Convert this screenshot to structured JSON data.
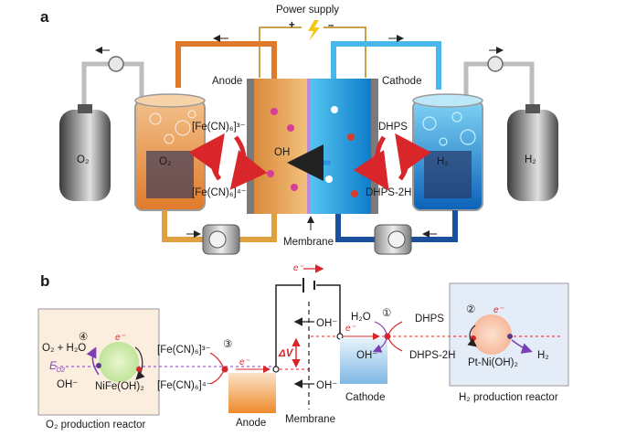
{
  "panel_a": {
    "letter": "a",
    "power_supply": "Power supply",
    "plus": "+",
    "minus": "–",
    "anode": "Anode",
    "cathode": "Cathode",
    "membrane": "Membrane",
    "oh": "OH",
    "fe3": "[Fe(CN)₆]³⁻",
    "fe4": "[Fe(CN)₆]⁴⁻",
    "dhps": "DHPS",
    "dhps2h": "DHPS-2H",
    "o2_tank": "O₂",
    "o2_reactor": "O₂",
    "h2_reactor": "H₂",
    "h2_tank": "H₂"
  },
  "panel_b": {
    "letter": "b",
    "electron": "e⁻",
    "o2_reactor_caption": "O₂ production reactor",
    "h2_reactor_caption": "H₂ production reactor",
    "step4": "④",
    "step3": "③",
    "step1": "①",
    "step2": "②",
    "o2_h2o": "O₂ + H₂O",
    "eo2": "E",
    "eo2_sub": "O2",
    "oh_minus": "OH⁻",
    "nife": "NiFe(OH)₂",
    "fe3": "[Fe(CN)₆]³⁻",
    "fe4": "[Fe(CN)₆]⁴⁻",
    "anode": "Anode",
    "membrane": "Membrane",
    "delta_v": "ΔV",
    "cathode": "Cathode",
    "h2o": "H₂O",
    "oh_cathode": "OH⁻",
    "dhps": "DHPS",
    "dhps2h": "DHPS-2H",
    "ptni": "Pt-Ni(OH)₂",
    "h2": "H₂"
  }
}
